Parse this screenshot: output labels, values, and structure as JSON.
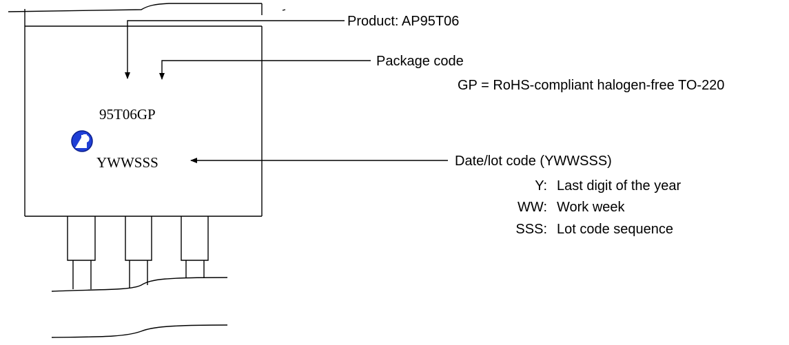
{
  "marking": {
    "part_text": "95T06GP",
    "date_text": "YWWSSS",
    "logo_text": "AP"
  },
  "annotations": {
    "product": "Product: AP95T06",
    "package_title": "Package code",
    "package_desc": "GP = RoHS-compliant halogen-free TO-220",
    "date_title": "Date/lot code (YWWSSS)",
    "legend": [
      {
        "key": "Y:",
        "desc": "Last digit of the year"
      },
      {
        "key": "WW:",
        "desc": "Work week"
      },
      {
        "key": "SSS:",
        "desc": "Lot code sequence"
      }
    ]
  },
  "colors": {
    "logo_blue": "#1f3fd6"
  }
}
